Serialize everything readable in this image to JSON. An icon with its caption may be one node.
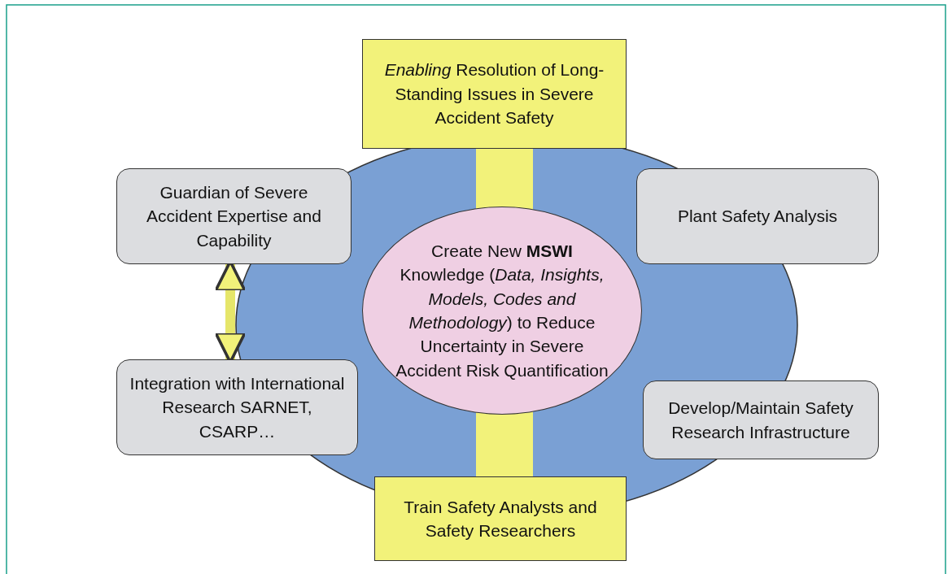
{
  "diagram": {
    "nodes": [
      {
        "text": [
          "*Enabling* Resolution of Long-Standing Issues in Severe Accident Safety"
        ]
      },
      {
        "text": [
          "Guardian of Severe Accident Expertise and Capability"
        ]
      },
      {
        "text": [
          "Plant Safety Analysis"
        ]
      },
      {
        "text": [
          "Create New **MSWI** Knowledge (*Data, Insights, Models, Codes and Methodology*) to Reduce Uncertainty in Severe Accident Risk Quantification"
        ]
      },
      {
        "text": [
          "Integration with International Research SARNET, CSARP…"
        ]
      },
      {
        "text": [
          "Develop/Maintain Safety Research Infrastructure"
        ]
      },
      {
        "text": [
          "Train Safety Analysts and Safety Researchers"
        ]
      }
    ],
    "edges": [
      {
        "from": 1,
        "to": 4,
        "arrow": "both"
      }
    ]
  }
}
